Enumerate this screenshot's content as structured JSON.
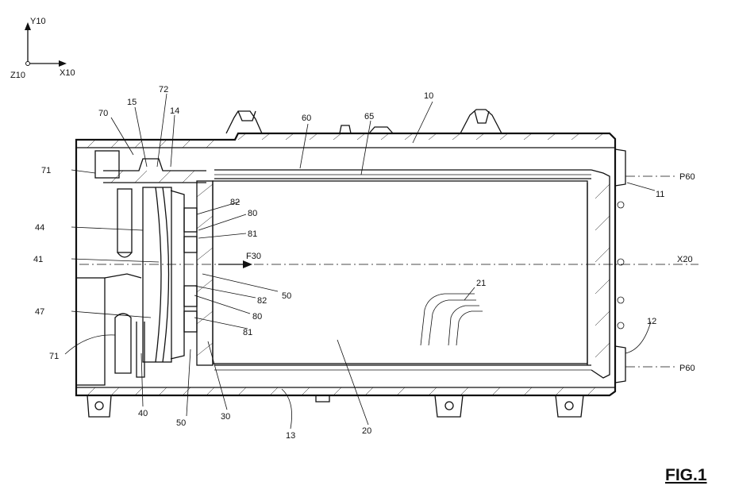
{
  "axes": {
    "y": "Y10",
    "x": "X10",
    "z": "Z10"
  },
  "labels": {
    "l10": "10",
    "l11": "11",
    "l12": "12",
    "l13": "13",
    "l14": "14",
    "l15": "15",
    "l20": "20",
    "l21": "21",
    "l30": "30",
    "l40": "40",
    "l41": "41",
    "l44": "44",
    "l47": "47",
    "l50a": "50",
    "l50b": "50",
    "l60": "60",
    "l65": "65",
    "l70": "70",
    "l71a": "71",
    "l71b": "71",
    "l72": "72",
    "l80a": "80",
    "l80b": "80",
    "l81a": "81",
    "l81b": "81",
    "l82a": "82",
    "l82b": "82",
    "f30": "F30",
    "x20": "X20",
    "p60a": "P60",
    "p60b": "P60"
  },
  "figure_title": "FIG.1"
}
